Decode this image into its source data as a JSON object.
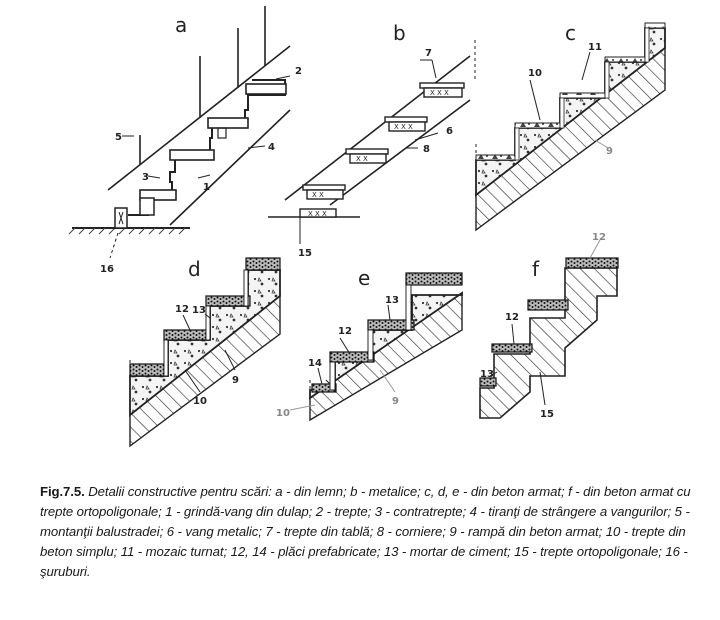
{
  "panels": {
    "a": "a",
    "b": "b",
    "c": "c",
    "d": "d",
    "e": "e",
    "f": "f"
  },
  "labels": {
    "a": [
      "1",
      "2",
      "3",
      "4",
      "5",
      "16"
    ],
    "b": [
      "6",
      "7",
      "8",
      "15"
    ],
    "c": [
      "9",
      "10",
      "11"
    ],
    "d": [
      "9",
      "10",
      "12",
      "13"
    ],
    "e": [
      "9",
      "10",
      "12",
      "13",
      "14"
    ],
    "f": [
      "12",
      "12",
      "13",
      "15"
    ]
  },
  "caption": {
    "fig_label": "Fig.7.5.",
    "text": "Detalii constructive pentru scări:  a - din lemn;  b - metalice;  c, d, e - din beton armat;  f - din beton armat cu trepte ortopoligonale; 1 - grindă-vang din dulap; 2 - trepte;  3 - contratrepte;  4 - tiranţi de strângere a vangurilor; 5 - montanţii balustradei; 6 - vang metalic;  7 - trepte din tablă;  8 - corniere; 9 - rampă din beton armat; 10 - trepte din beton simplu; 11 - mozaic turnat; 12, 14 - plăci prefabricate; 13 - mortar de ciment; 15 - trepte ortopoligonale; 16 - şuruburi."
  }
}
